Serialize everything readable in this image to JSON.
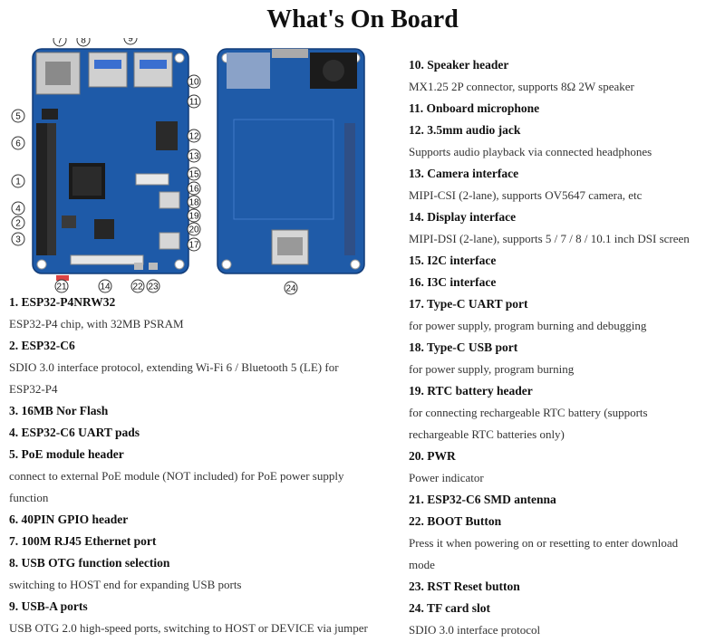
{
  "title": "What's On Board",
  "callouts": [
    "1",
    "2",
    "3",
    "4",
    "5",
    "6",
    "7",
    "8",
    "9",
    "10",
    "11",
    "12",
    "13",
    "14",
    "15",
    "16",
    "17",
    "18",
    "19",
    "20",
    "21",
    "22",
    "23",
    "24"
  ],
  "features": [
    {
      "h": "1. ESP32-P4NRW32",
      "d": [
        "ESP32-P4 chip, with 32MB PSRAM"
      ]
    },
    {
      "h": "2. ESP32-C6",
      "d": [
        "SDIO 3.0 interface protocol, extending Wi-Fi 6 / Bluetooth 5 (LE) for",
        "ESP32-P4"
      ]
    },
    {
      "h": "3. 16MB Nor Flash",
      "d": []
    },
    {
      "h": "4. ESP32-C6 UART pads",
      "d": []
    },
    {
      "h": "5. PoE module header",
      "d": [
        "connect to external PoE module (NOT included) for PoE power supply",
        "function"
      ]
    },
    {
      "h": "6. 40PIN GPIO header",
      "d": []
    },
    {
      "h": "7. 100M RJ45 Ethernet port",
      "d": []
    },
    {
      "h": "8. USB OTG function selection",
      "d": [
        "switching to HOST end for expanding USB ports"
      ]
    },
    {
      "h": "9. USB-A ports",
      "d": [
        "USB OTG 2.0 high-speed ports, switching to HOST or DEVICE via jumper"
      ]
    },
    {
      "h": "10. Speaker header",
      "d": [
        "MX1.25 2P connector, supports 8Ω 2W speaker"
      ]
    },
    {
      "h": "11. Onboard microphone",
      "d": []
    },
    {
      "h": "12. 3.5mm audio jack",
      "d": [
        "Supports audio playback via connected headphones"
      ]
    },
    {
      "h": "13. Camera interface",
      "d": [
        "MIPI-CSI (2-lane), supports OV5647 camera, etc"
      ]
    },
    {
      "h": "14. Display interface",
      "d": [
        "MIPI-DSI (2-lane), supports 5 / 7 / 8 / 10.1 inch DSI screen"
      ]
    },
    {
      "h": "15. I2C interface",
      "d": []
    },
    {
      "h": "16. I3C interface",
      "d": []
    },
    {
      "h": "17. Type-C UART port",
      "d": [
        "for power supply, program burning and debugging"
      ]
    },
    {
      "h": "18. Type-C USB port",
      "d": [
        "for power supply, program burning"
      ]
    },
    {
      "h": "19. RTC battery header",
      "d": [
        "for connecting rechargeable RTC battery (supports",
        "rechargeable RTC batteries only)"
      ]
    },
    {
      "h": "20. PWR",
      "d": [
        "Power indicator"
      ]
    },
    {
      "h": "21. ESP32-C6 SMD antenna",
      "d": []
    },
    {
      "h": "22. BOOT Button",
      "d": [
        "Press it when powering on or resetting to enter download",
        "mode"
      ]
    },
    {
      "h": "23. RST Reset button",
      "d": []
    },
    {
      "h": "24. TF card slot",
      "d": [
        "SDIO 3.0 interface protocol"
      ]
    }
  ]
}
